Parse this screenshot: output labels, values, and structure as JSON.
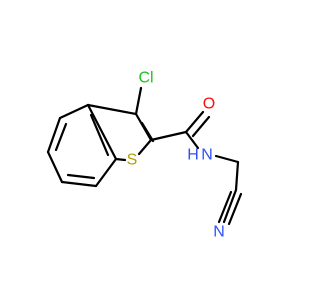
{
  "colors": {
    "bond": "#000000",
    "chlorine": "#1fc11f",
    "sulfur": "#b2a000",
    "oxygen": "#ff0d0d",
    "nitrogen": "#3050f8"
  },
  "atoms": {
    "cl": "Cl",
    "s": "S",
    "o": "O",
    "nh": "N",
    "h": "H",
    "n": "N"
  }
}
